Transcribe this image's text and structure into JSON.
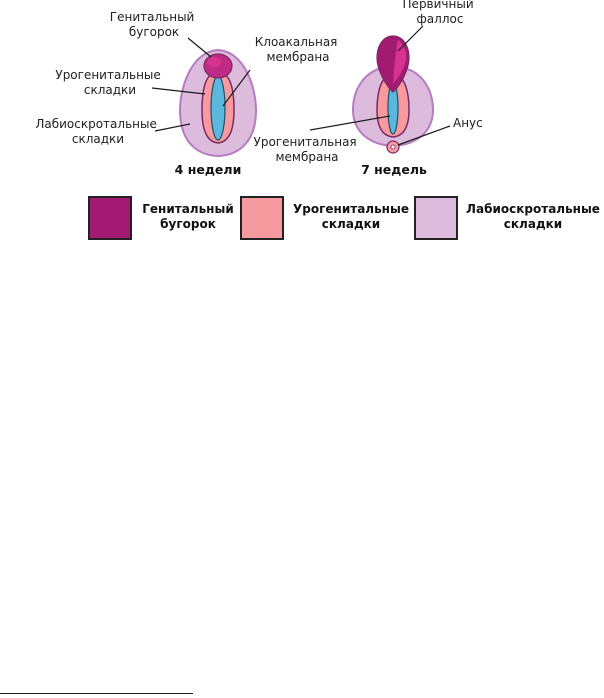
{
  "labels": {
    "genital_tubercle": [
      "Генитальный",
      "бугорок"
    ],
    "cloacal_membrane": [
      "Клоакальная",
      "мембрана"
    ],
    "urogenital_folds": [
      "Урогенитальные",
      "складки"
    ],
    "labioscrotal_folds": [
      "Лабиоскротальные",
      "складки"
    ],
    "primary_phallus": [
      "Первичный",
      "фаллос"
    ],
    "urogenital_membrane": [
      "Урогенитальная",
      "мембрана"
    ],
    "anus": "Анус"
  },
  "captions": {
    "week4": "4 недели",
    "week7": "7 недель"
  },
  "legend": [
    {
      "label": [
        "Генитальный",
        "бугорок"
      ],
      "color": "#a31a73"
    },
    {
      "label": [
        "Урогенитальные",
        "складки"
      ],
      "color": "#f79aa0"
    },
    {
      "label": [
        "Лабиоскротальные",
        "складки"
      ],
      "color": "#dcbbdc"
    }
  ],
  "colors": {
    "genital_tubercle": "#a31a73",
    "tubercle_light": "#d6338f",
    "urogenital_fold": "#f79aa0",
    "labioscrotal_fold": "#dcbbdc",
    "labioscrotal_outline": "#b77cc0",
    "membrane": "#5bb7dc",
    "outline": "#7a2a62"
  }
}
